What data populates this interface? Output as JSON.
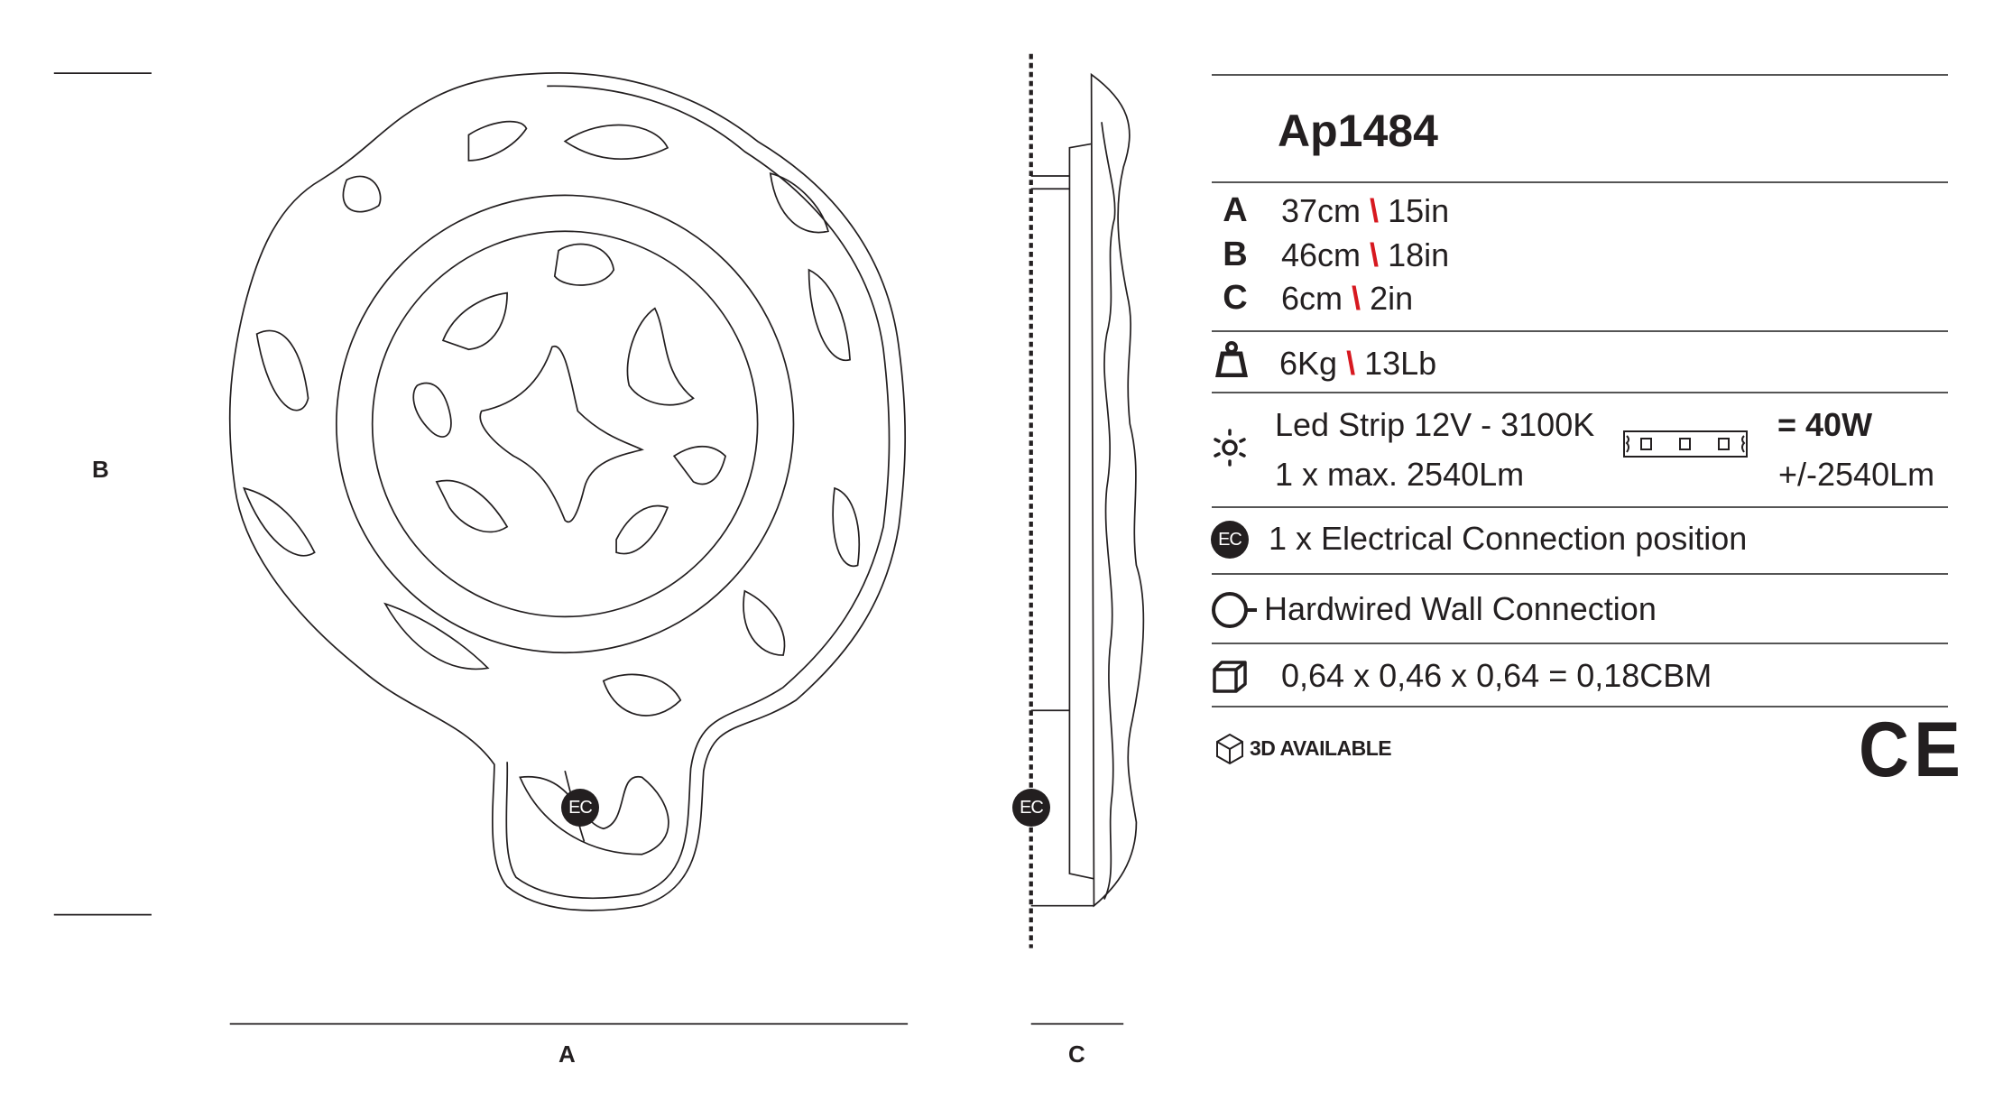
{
  "drawing": {
    "dim_labels": {
      "a": "A",
      "b": "B",
      "c": "C"
    },
    "ec_marker": "EC"
  },
  "spec": {
    "model": "Ap1484",
    "dimensions": [
      {
        "letter": "A",
        "cm": "37cm",
        "sep": "\\",
        "inch": "15in"
      },
      {
        "letter": "B",
        "cm": "46cm",
        "sep": "\\",
        "inch": "18in"
      },
      {
        "letter": "C",
        "cm": "6cm",
        "sep": "\\",
        "inch": "2in"
      }
    ],
    "weight": {
      "icon": "weight-icon",
      "kg": "6Kg",
      "sep": "\\",
      "lb": "13Lb"
    },
    "light": {
      "icon": "sun-icon",
      "line1": "Led Strip 12V -  3100K",
      "line2": "1 x max. 2540Lm",
      "power": "= 40W",
      "lumen": "+/-2540Lm"
    },
    "electrical": {
      "badge": "EC",
      "text": "1 x Electrical Connection position"
    },
    "connection": {
      "icon": "hardwired-icon",
      "text": "Hardwired Wall Connection"
    },
    "packaging": {
      "icon": "box-icon",
      "text": "0,64 x 0,46 x 0,64 = 0,18CBM"
    },
    "availability": {
      "icon": "cube-3d-icon",
      "text": "3D AVAILABLE"
    },
    "certification": "CE"
  },
  "colors": {
    "accent": "#d71920",
    "ink": "#231f20"
  }
}
